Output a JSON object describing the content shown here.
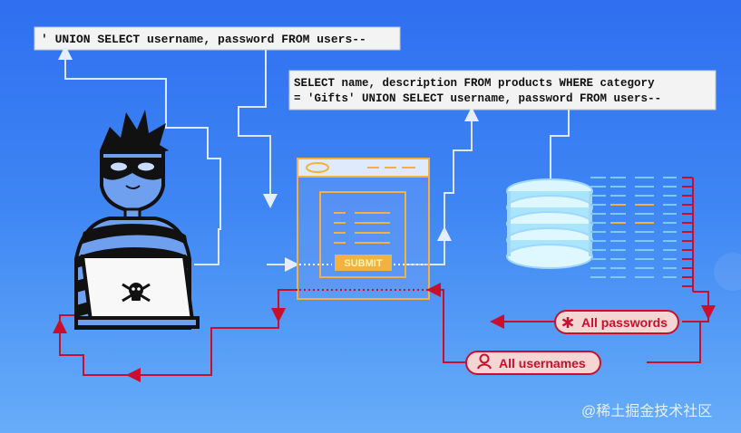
{
  "diagram": {
    "query_injection": "' UNION SELECT username, password FROM users--",
    "query_full_line1": "SELECT name, description FROM products WHERE category",
    "query_full_line2": "= 'Gifts' UNION SELECT username, password FROM users--",
    "submit_label": "SUBMIT",
    "passwords_label": "All passwords",
    "usernames_label": "All usernames",
    "watermark": "@稀土掘金技术社区"
  },
  "colors": {
    "background_top": "#2f6ff0",
    "background_bottom": "#67adf8",
    "flow_line": "#dce8ff",
    "result_line": "#c8102e",
    "browser_frame": "#f3b23f",
    "query_box_bg": "#f3f3f3",
    "result_pill_bg": "#f6d6d2"
  },
  "icons": {
    "attacker": "hacker-icon",
    "skull": "skull-icon",
    "browser": "browser-window-icon",
    "database": "database-icon",
    "password": "asterisk-icon",
    "username": "user-icon"
  }
}
